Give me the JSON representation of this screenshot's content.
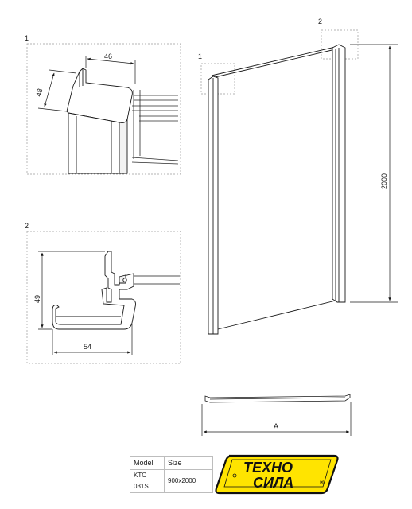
{
  "detail_labels": {
    "detail_1": "1",
    "detail_2": "2",
    "callout_1": "1",
    "callout_2": "2"
  },
  "dimensions": {
    "detail1_width": "46",
    "detail1_depth": "48",
    "detail2_height": "49",
    "detail2_width": "54",
    "panel_height": "2000",
    "panel_width": "A"
  },
  "spec_table": {
    "headers": [
      "Model",
      "Size"
    ],
    "rows": [
      [
        "KTC 031S",
        "900x2000"
      ]
    ]
  },
  "logo": {
    "line1": "ТЕХНО",
    "line2": "СИЛА",
    "registered": "®",
    "background": "#ffe400",
    "text_color": "#111111"
  }
}
